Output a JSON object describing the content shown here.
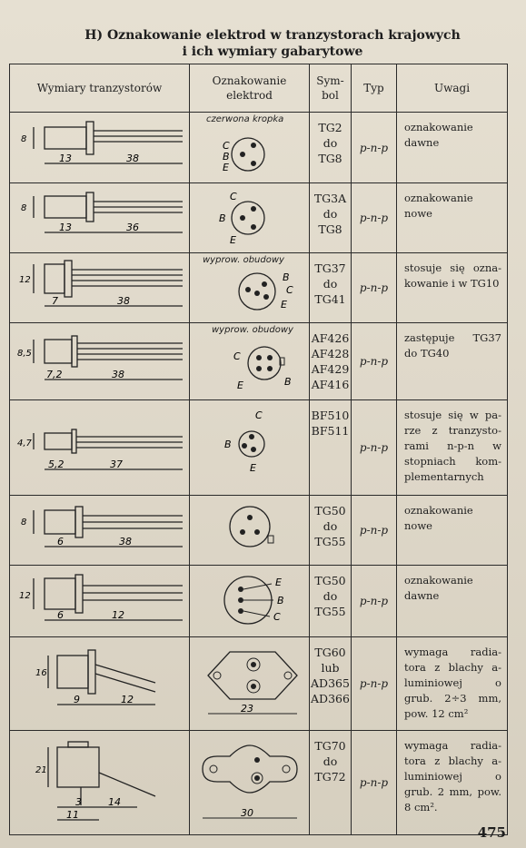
{
  "title_line1": "H) Oznakowanie elektrod w tranzystorach krajowych",
  "title_line2": "i ich wymiary gabarytowe",
  "headers": {
    "dims": "Wymiary tranzystorów",
    "electrodes_1": "Oznakowanie",
    "electrodes_2": "elektrod",
    "symbol_1": "Sym-",
    "symbol_2": "bol",
    "type": "Typ",
    "notes": "Uwagi"
  },
  "rows": [
    {
      "dim_h": "8",
      "dim_a": "13",
      "dim_b": "38",
      "tag": "czerwona kropka",
      "electrodes": [
        "C",
        "B",
        "E"
      ],
      "symbol": [
        "TG2",
        "do",
        "TG8"
      ],
      "type": "p-n-p",
      "notes": "oznakowanie dawne"
    },
    {
      "dim_h": "8",
      "dim_a": "13",
      "dim_b": "36",
      "tag": "",
      "electrodes": [
        "C",
        "B",
        "E"
      ],
      "symbol": [
        "TG3A",
        "do",
        "TG8"
      ],
      "type": "p-n-p",
      "notes": "oznakowanie nowe"
    },
    {
      "dim_h": "12",
      "dim_a": "7",
      "dim_b": "38",
      "tag": "wyprow. obudowy",
      "electrodes": [
        "B",
        "C",
        "E"
      ],
      "symbol": [
        "TG37",
        "do",
        "TG41"
      ],
      "type": "p-n-p",
      "notes": "stosuje się ozna-kowanie i w TG10"
    },
    {
      "dim_h": "8,5",
      "dim_a": "7,2",
      "dim_b": "38",
      "tag": "wyprow. obudowy",
      "electrodes": [
        "C",
        "E",
        "B"
      ],
      "symbol": [
        "AF426",
        "AF428",
        "AF429",
        "AF416"
      ],
      "type": "p-n-p",
      "notes": "zastępuje TG37 do TG40"
    },
    {
      "dim_h": "4,7",
      "dim_a": "5,2",
      "dim_b": "37",
      "tag": "",
      "electrodes": [
        "C",
        "B",
        "E"
      ],
      "symbol": [
        "BF510",
        "BF511"
      ],
      "type": "p-n-p",
      "notes": "stosuje się w pa-rze z tranzysto-rami n-p-n w stopniach kom-plementarnych"
    },
    {
      "dim_h": "8",
      "dim_a": "6",
      "dim_b": "38",
      "tag": "",
      "electrodes": [],
      "symbol": [
        "TG50",
        "do",
        "TG55"
      ],
      "type": "p-n-p",
      "notes": "oznakowanie nowe"
    },
    {
      "dim_h": "12",
      "dim_a": "6",
      "dim_b": "12",
      "tag": "",
      "electrodes": [
        "E",
        "B",
        "C"
      ],
      "symbol": [
        "TG50",
        "do",
        "TG55"
      ],
      "type": "p-n-p",
      "notes": "oznakowanie dawne"
    },
    {
      "dim_h": "16",
      "dim_a": "9",
      "dim_b": "12",
      "dim_c": "23",
      "tag": "",
      "electrodes": [],
      "symbol": [
        "TG60",
        "lub",
        "AD365",
        "AD366"
      ],
      "type": "p-n-p",
      "notes": "wymaga radia-tora z blachy a-luminiowej o grub. 2÷3 mm, pow. 12 cm²"
    },
    {
      "dim_h": "21",
      "dim_a": "3",
      "dim_b": "14",
      "dim_d": "11",
      "dim_c": "30",
      "tag": "",
      "electrodes": [],
      "symbol": [
        "TG70",
        "do",
        "TG72"
      ],
      "type": "p-n-p",
      "notes": "wymaga radia-tora z blachy a-luminiowej o grub. 2 mm, pow. 8 cm²."
    }
  ],
  "page_number": "475"
}
